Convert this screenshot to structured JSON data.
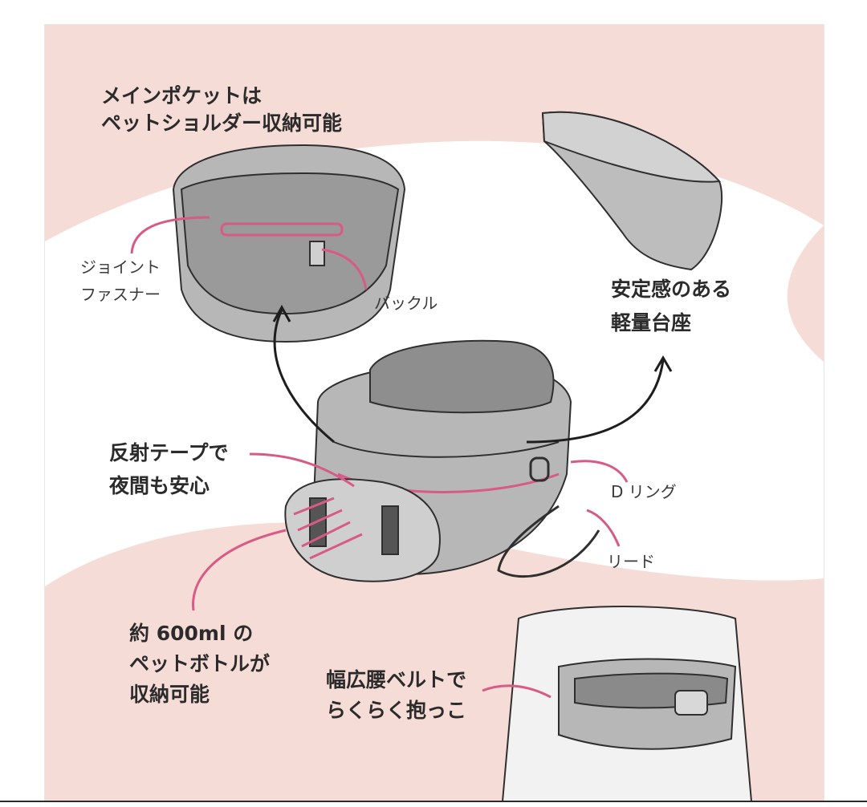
{
  "colors": {
    "background_pink": "#f6dcd6",
    "accent_pink": "#d85a86",
    "bag_gray": "#b7b7b7",
    "bag_dark": "#8a8a8a",
    "outline": "#2f2f2f"
  },
  "labels": {
    "main_pocket": [
      "メインポケットは",
      "ペットショルダー収納可能"
    ],
    "joint_fastener": [
      "ジョイント",
      "ファスナー"
    ],
    "buckle": "バックル",
    "stable_base": [
      "安定感のある",
      "軽量台座"
    ],
    "reflective_tape": [
      "反射テープで",
      "夜間も安心"
    ],
    "d_ring": "D リング",
    "leash": "リード",
    "bottle": [
      "約 600ml の",
      "ペットボトルが",
      "収納可能"
    ],
    "wide_belt": [
      "幅広腰ベルトで",
      "らくらく抱っこ"
    ]
  }
}
